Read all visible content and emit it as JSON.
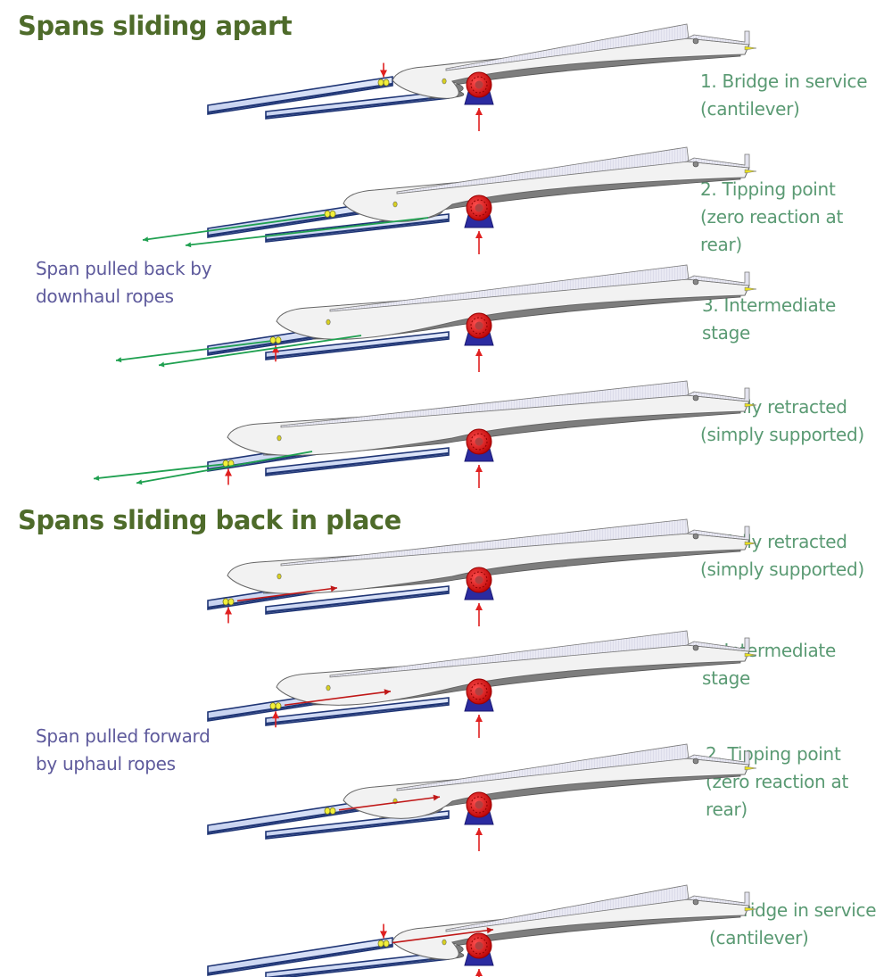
{
  "sections": [
    {
      "title": "Spans sliding apart",
      "annotation": "Span pulled back by\ndownhaul ropes",
      "stages": [
        {
          "label": "1. Bridge in service\n(cantilever)",
          "stage": 1,
          "ropes": "none",
          "rear_reaction": "down"
        },
        {
          "label": "2. Tipping point\n(zero reaction at\nrear)",
          "stage": 2,
          "ropes": "downhaul",
          "rear_reaction": "none"
        },
        {
          "label": "3. Intermediate\nstage",
          "stage": 3,
          "ropes": "downhaul",
          "rear_reaction": "up"
        },
        {
          "label": "4. Fully retracted\n(simply supported)",
          "stage": 4,
          "ropes": "downhaul",
          "rear_reaction": "up"
        }
      ]
    },
    {
      "title": "Spans sliding back in place",
      "annotation": "Span pulled forward\nby uphaul ropes",
      "stages": [
        {
          "label": "4. Fully retracted\n(simply supported)",
          "stage": 4,
          "ropes": "uphaul",
          "rear_reaction": "up"
        },
        {
          "label": "3. Intermediate\nstage",
          "stage": 3,
          "ropes": "uphaul",
          "rear_reaction": "up"
        },
        {
          "label": "2. Tipping point\n(zero reaction at\nrear)",
          "stage": 2,
          "ropes": "uphaul",
          "rear_reaction": "none"
        },
        {
          "label": "1. Bridge in service\n(cantilever)",
          "stage": 1,
          "ropes": "uphaul",
          "rear_reaction": "down"
        }
      ]
    }
  ],
  "colors": {
    "section_title": "#4e6b2a",
    "stage_label": "#5a9a73",
    "annotation": "#5e5a9c",
    "rail_fill": "#d2dcf5",
    "rail_stroke": "#1f3575",
    "deck": "#f2f2f2",
    "deck_shadow": "#8a8a8a",
    "roller": "#e0141a",
    "support": "#2b2ba0",
    "reaction_arrow": "#e02020",
    "downhaul_rope": "#1fa050",
    "uphaul_rope": "#c01818"
  }
}
